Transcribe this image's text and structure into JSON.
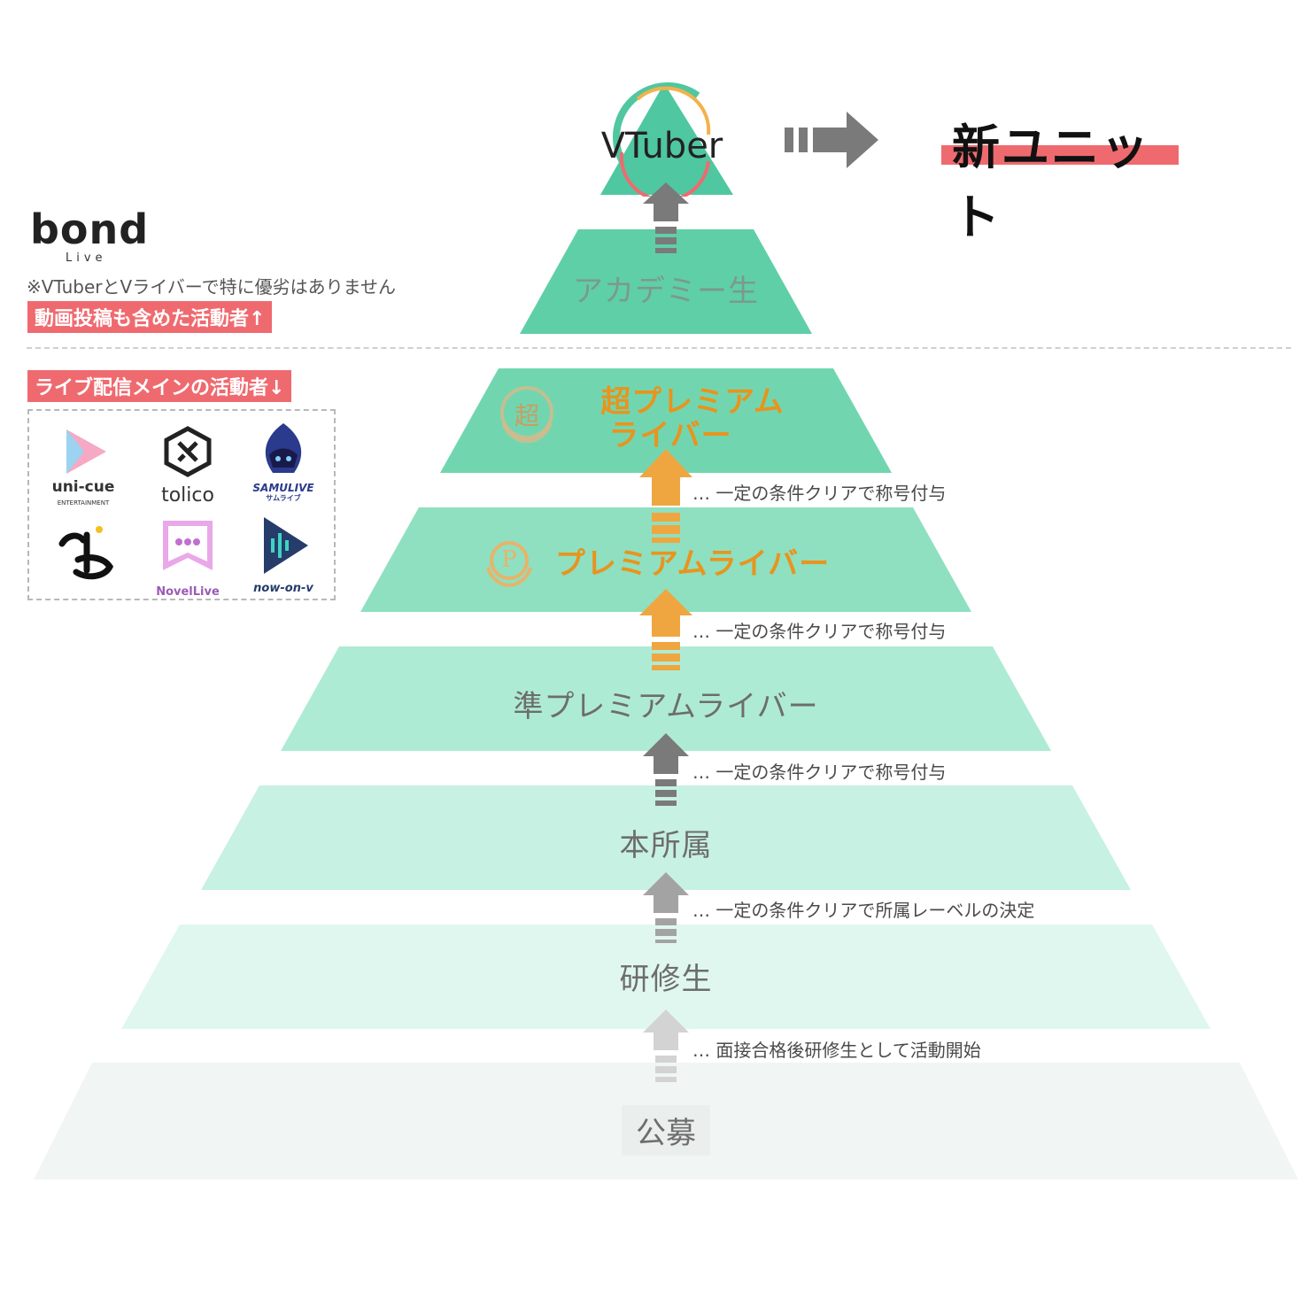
{
  "top": {
    "vtuber_label": "VTuber",
    "new_unit_label": "新ユニット"
  },
  "brand": {
    "logo_text": "bond",
    "logo_sub": "Live"
  },
  "notes": {
    "equality_note": "※VTuberとVライバーで特に優劣はありません",
    "video_tag": "動画投稿も含めた活動者↑",
    "live_tag": "ライブ配信メインの活動者↓"
  },
  "labels": {
    "items": [
      {
        "name": "uni-cue",
        "sub": "ENTERTAINMENT"
      },
      {
        "name": "tolico",
        "sub": ""
      },
      {
        "name": "SAMULIVE",
        "sub": "サムライブ"
      },
      {
        "name": "",
        "sub": ""
      },
      {
        "name": "NovelLive",
        "sub": ""
      },
      {
        "name": "now-on-v",
        "sub": ""
      }
    ]
  },
  "tiers": {
    "academy": "アカデミー生",
    "super_premium_line1": "超プレミアム",
    "super_premium_line2": "ライバー",
    "premium": "プレミアムライバー",
    "semi_premium": "準プレミアムライバー",
    "main": "本所属",
    "trainee": "研修生",
    "open": "公募"
  },
  "conditions": {
    "to_super": "… 一定の条件クリアで称号付与",
    "to_premium": "… 一定の条件クリアで称号付与",
    "to_semi": "… 一定の条件クリアで称号付与",
    "to_main": "… 一定の条件クリアで所属レーベルの決定",
    "to_trainee": "… 面接合格後研修生として活動開始"
  },
  "badges": {
    "super_icon": "超",
    "premium_icon": "P"
  },
  "colors": {
    "accent_red": "#ef6a6f",
    "gold": "#e8941e",
    "tier_teal": "#5fcfa8"
  }
}
